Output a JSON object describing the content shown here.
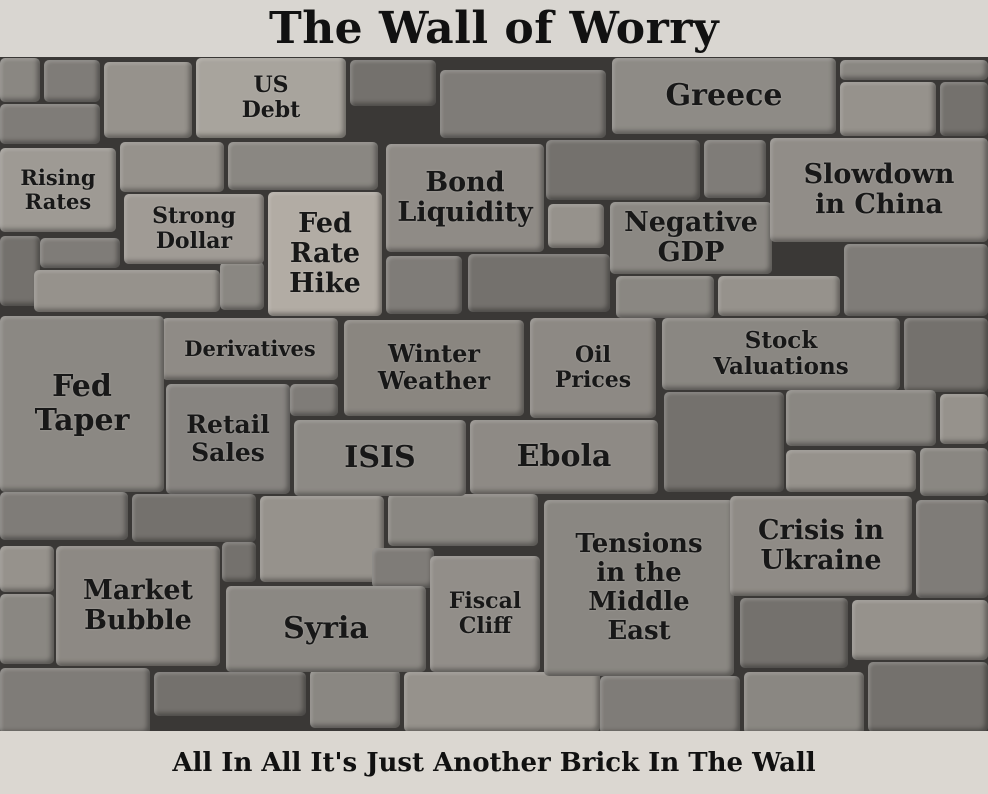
{
  "title": "The Wall of Worry",
  "caption": "All In All It's Just Another Brick In The Wall",
  "bricks": [
    {
      "label": "US Debt"
    },
    {
      "label": "Greece"
    },
    {
      "label": "Rising Rates"
    },
    {
      "label": "Strong Dollar"
    },
    {
      "label": "Fed Rate Hike"
    },
    {
      "label": "Bond Liquidity"
    },
    {
      "label": "Negative GDP"
    },
    {
      "label": "Slowdown in China"
    },
    {
      "label": "Derivatives"
    },
    {
      "label": "Winter Weather"
    },
    {
      "label": "Oil Prices"
    },
    {
      "label": "Stock Valuations"
    },
    {
      "label": "Fed Taper"
    },
    {
      "label": "Retail Sales"
    },
    {
      "label": "ISIS"
    },
    {
      "label": "Ebola"
    },
    {
      "label": "Market Bubble"
    },
    {
      "label": "Syria"
    },
    {
      "label": "Fiscal Cliff"
    },
    {
      "label": "Tensions in the Middle East"
    },
    {
      "label": "Crisis in Ukraine"
    }
  ]
}
